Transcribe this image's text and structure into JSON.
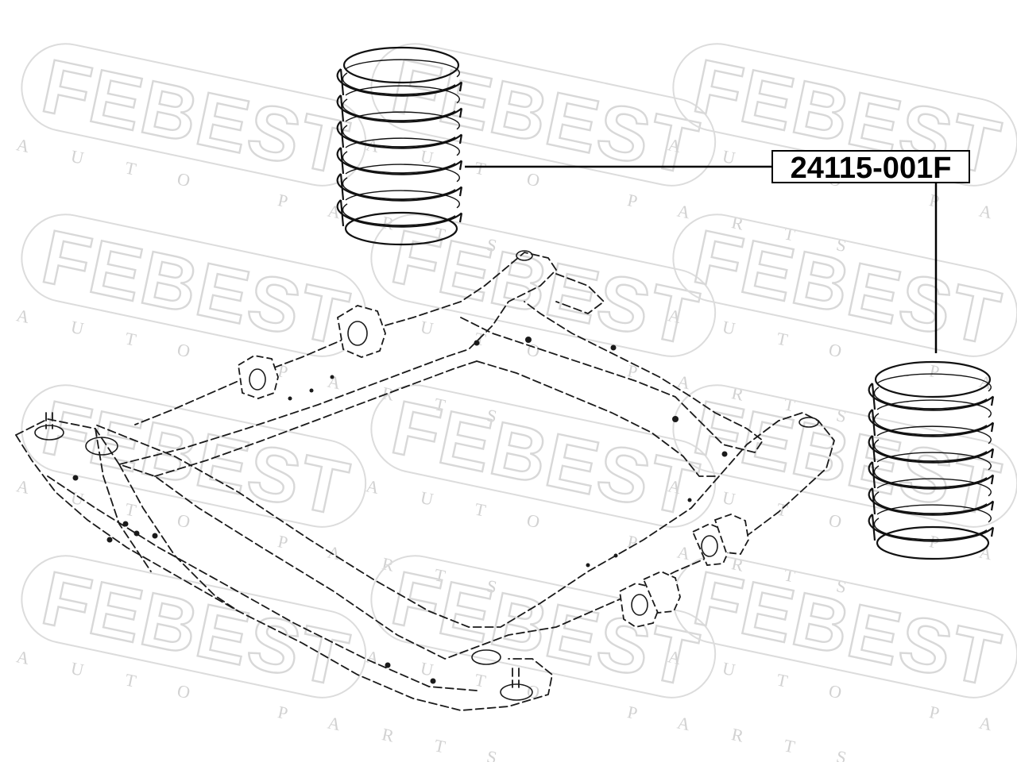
{
  "watermark": {
    "brand": "FEBEST",
    "subtitle": "AUTO PARTS"
  },
  "part_label": {
    "number": "24115-001F"
  },
  "icons": {
    "coil_spring_upper": "coil-spring-icon",
    "coil_spring_lower": "coil-spring-icon",
    "subframe": "subframe-drawing"
  },
  "colors": {
    "line": "#000000",
    "watermark": "#d8d8d8",
    "background": "#ffffff"
  }
}
